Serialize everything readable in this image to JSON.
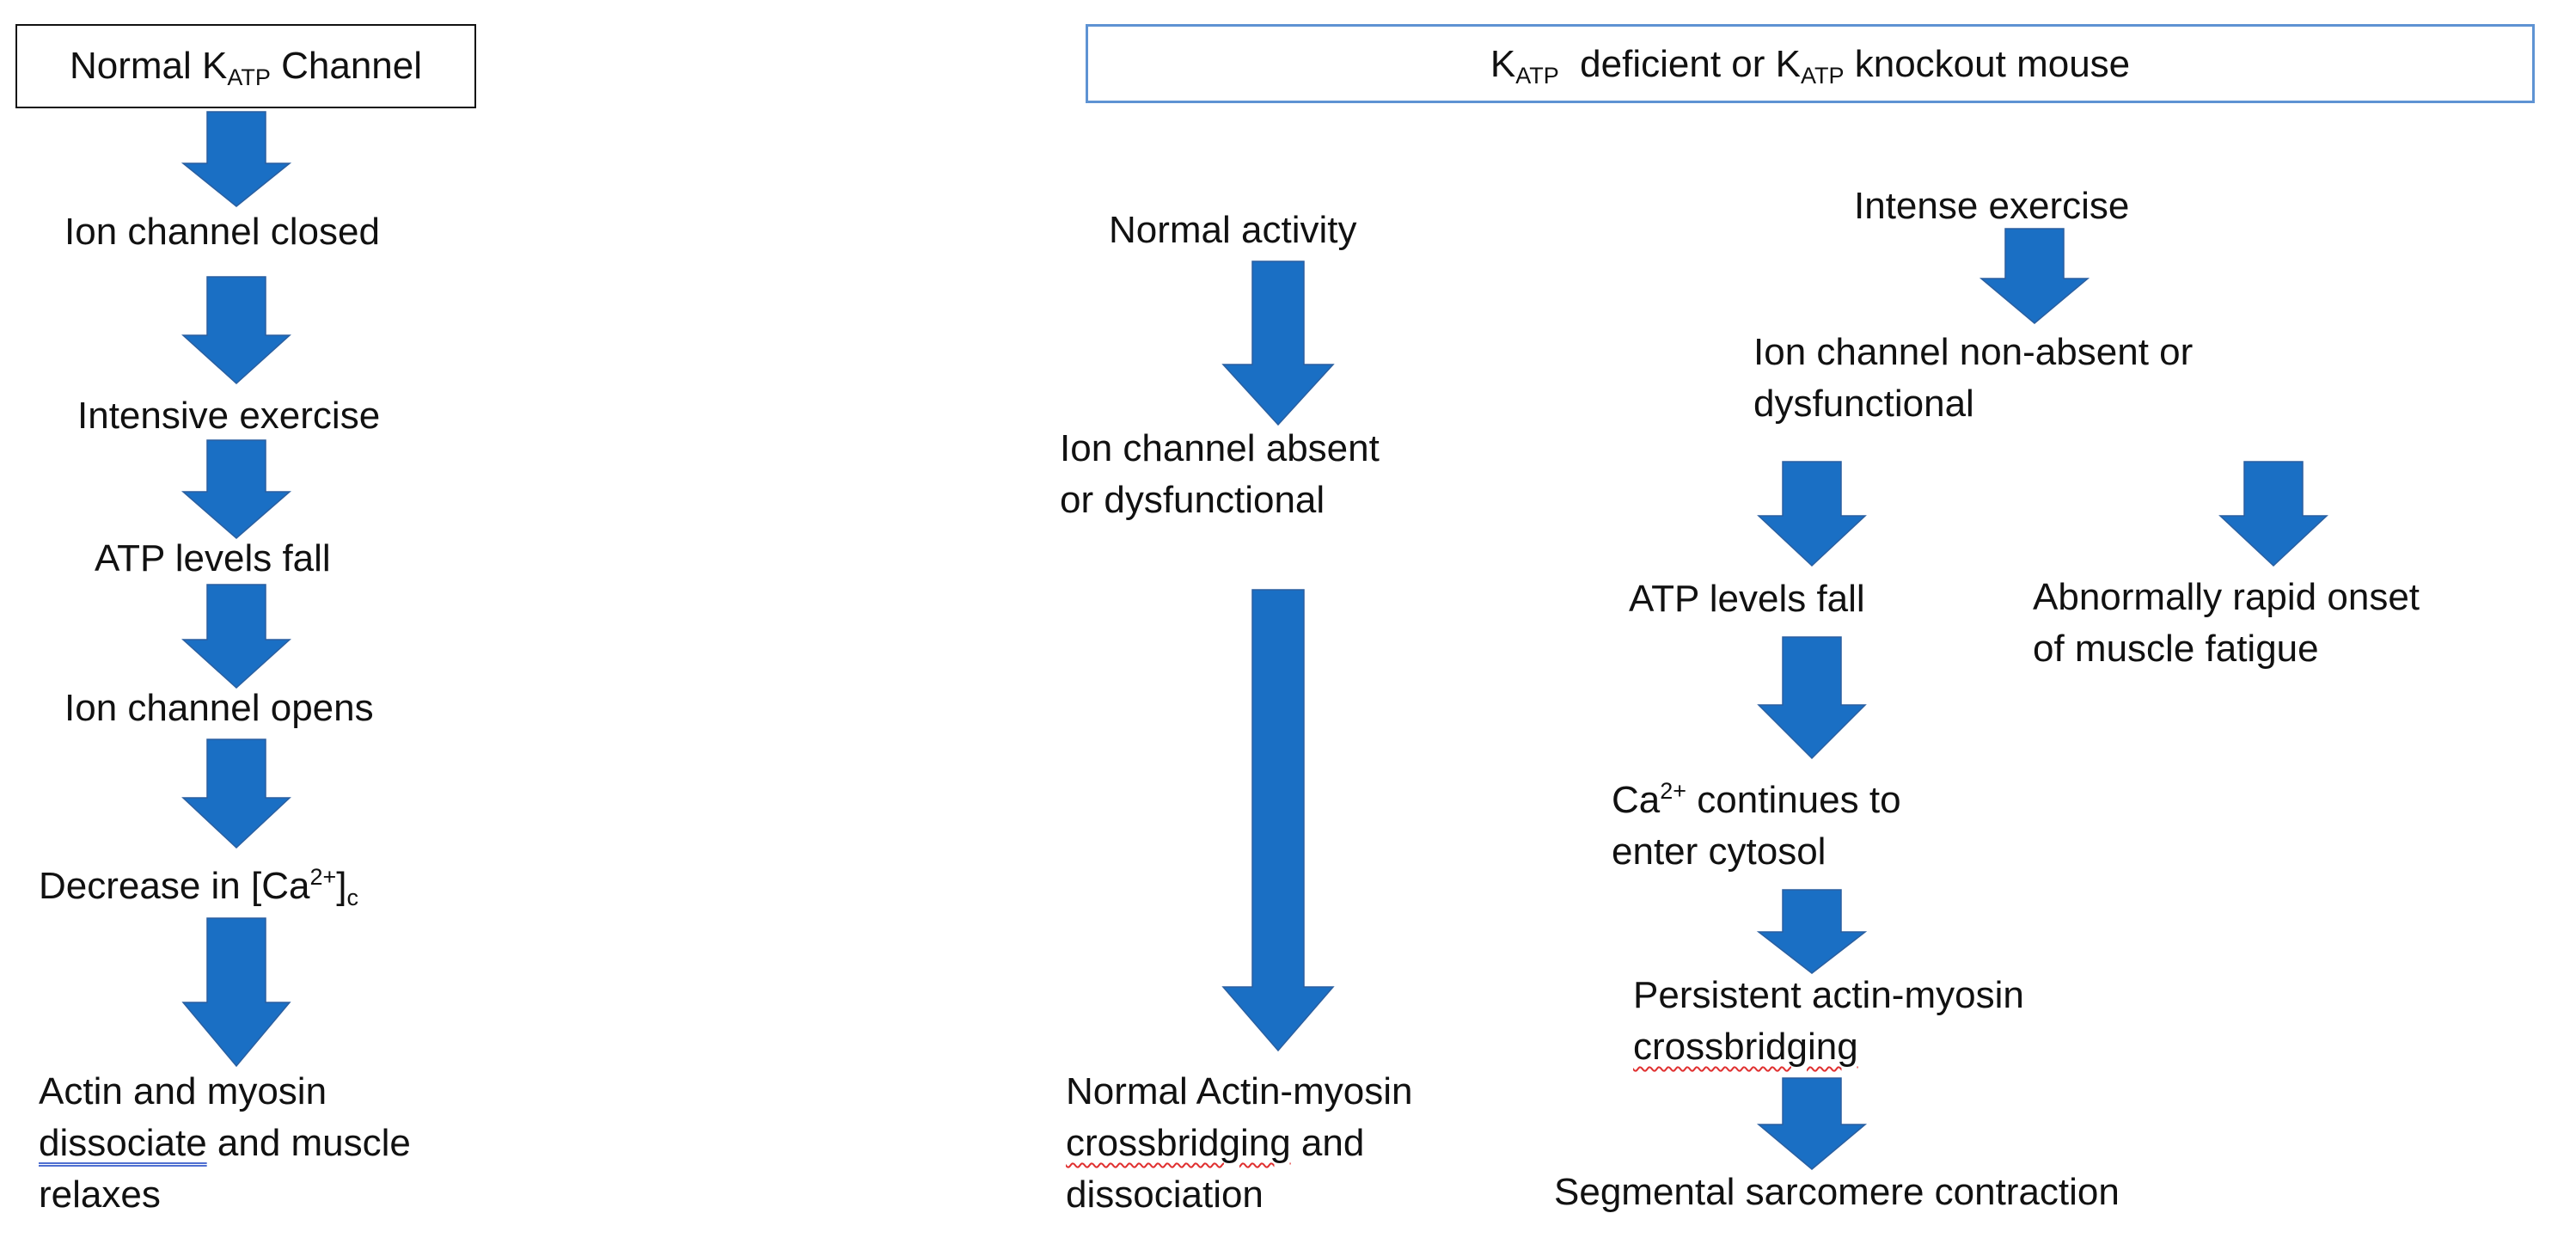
{
  "colors": {
    "arrow": "#1a6fc4",
    "box_right_border": "#5e93d3",
    "box_left_border": "#111111"
  },
  "left": {
    "title": {
      "main": "Normal K",
      "sub": "ATP",
      "rest": " Channel"
    },
    "steps": [
      "Ion channel closed",
      "Intensive exercise",
      "ATP levels fall",
      "Ion channel opens"
    ],
    "decrease": {
      "pre": "Decrease in [Ca",
      "sup": "2+",
      "mid": "]",
      "sub": "c"
    },
    "final": {
      "line1": "Actin and myosin",
      "line2_underlined": "dissociate",
      "line2_rest": " and muscle",
      "line3": "relaxes"
    }
  },
  "right": {
    "title": {
      "a": "K",
      "a_sub": "ATP",
      "b": "  deficient or K",
      "b_sub": "ATP",
      "c": " knockout mouse"
    },
    "normal": {
      "label": "Normal activity",
      "absent_line1": "Ion channel absent",
      "absent_line2": "or dysfunctional",
      "final_line1": "Normal Actin-myosin",
      "final_line2_underlined": "crossbridging",
      "final_line2_rest": " and",
      "final_line3": "dissociation"
    },
    "intense": {
      "label": "Intense exercise",
      "nonabsent_line1": "Ion channel non-absent or",
      "nonabsent_line2": "dysfunctional",
      "atp": "ATP levels fall",
      "fatigue_line1": "Abnormally rapid onset",
      "fatigue_line2": "of muscle fatigue",
      "ca": {
        "pre": "Ca",
        "sup": "2+",
        "rest": " continues to"
      },
      "ca_line2": "enter cytosol",
      "persistent_line1": "Persistent actin-myosin",
      "persistent_line2": "crossbridging",
      "segmental": "Segmental sarcomere contraction"
    }
  }
}
